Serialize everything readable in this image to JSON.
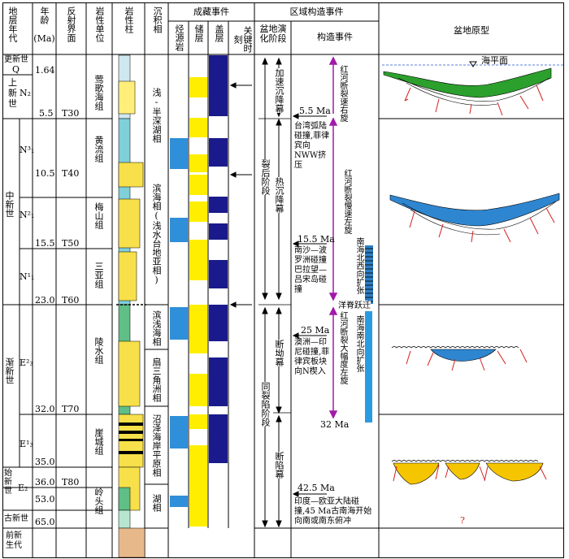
{
  "header": {
    "stratum_era": "地层年代",
    "age": "年龄",
    "age_unit": "(Ma)",
    "reflector": "反射界面",
    "lith_unit": "岩性单位",
    "lith_column": "岩性柱",
    "sed_facies": "沉积相",
    "accum_events": "成藏事件",
    "source_rock": "烃源岩",
    "reservoir": "储层",
    "cap_rock": "盖层",
    "key_moment": "关键时刻",
    "regional_tectonic": "区域构造事件",
    "basin_evolution": "盆地演化阶段",
    "tectonic_events": "构造事件",
    "basin_prototype": "盆地原型"
  },
  "eras": {
    "pleistocene": "更新世",
    "q": "Q",
    "pliocene": "上新世",
    "n2": "N₂",
    "miocene": "中新世",
    "n13": "N³₁",
    "n12": "N²₁",
    "n11": "N¹₁",
    "oligocene": "渐新世",
    "e32": "E²₃",
    "e31": "E¹₃",
    "eocene": "始新世",
    "e2": "E₂",
    "paleocene": "古新世",
    "pre_cenozoic": "前新生代"
  },
  "ages": [
    "1.64",
    "5.5",
    "10.5",
    "15.5",
    "23.0",
    "32.0",
    "35.0",
    "36.0",
    "53.0",
    "65.0"
  ],
  "reflectors": [
    "T30",
    "T40",
    "T50",
    "T60",
    "T70",
    "T80"
  ],
  "formations": {
    "yinggehai": "莺歌海组",
    "huangliu": "黄流组",
    "meishan": "梅山组",
    "sanya": "三亚组",
    "lingshui": "陵水组",
    "yacheng": "崖城组",
    "lingtou": "岭头组"
  },
  "facies": {
    "shallow_semi_deep": "浅-半深湖相",
    "littoral_shelf": "滨海相(浅水台地亚相)",
    "littoral_shallow_sea": "滨浅海相",
    "fan_delta": "扇三角洲相",
    "swamp_littoral": "沼泽海岸平原相",
    "lacustrine": "湖相"
  },
  "stages": {
    "post_rift": "裂后阶段",
    "syn_rift": "同裂陷阶段",
    "accelerated_subsidence": "加速沉降幕",
    "thermal_subsidence": "热沉降幕",
    "fault_depression": "断坳幕",
    "rift_phase": "断陷幕"
  },
  "events": {
    "m55": "5.5 Ma",
    "taiwan": "台湾弧陆碰撞,菲律宾向NWW挤压",
    "m155": "15.5 Ma",
    "nansha": "南沙—波罗洲碰撞巴拉望—吕宋岛碰撞",
    "m25": "25 Ma",
    "australia": "澳洲—印尼碰撞,菲律宾板块向N楔入",
    "m32": "32 Ma",
    "m425": "42.5 Ma",
    "india": "印度—欧亚大陆碰撞,45 Ma古南海开始向南或南东俯冲",
    "red_river_fast_right": "红河断裂速右旋",
    "red_river_slow_left": "红河断裂慢速左旋",
    "red_river_large_left": "红河断裂大幅度左旋",
    "sea_nw_expand": "南海北西向扩张",
    "sea_ns_expand": "南海南北向扩张",
    "ridge_jump": "洋脊跃迁"
  },
  "prototype": {
    "sea_level": "海平面",
    "unknown": "?"
  },
  "colors": {
    "source": "#2f8fd8",
    "reservoir": "#ffee00",
    "cap": "#1a1a8c",
    "purple": "#a11aa8",
    "green_fill": "#2ca02c",
    "blue_fill": "#2e86d0",
    "yellow_fill": "#f5c500",
    "fault_red": "#d42020"
  }
}
